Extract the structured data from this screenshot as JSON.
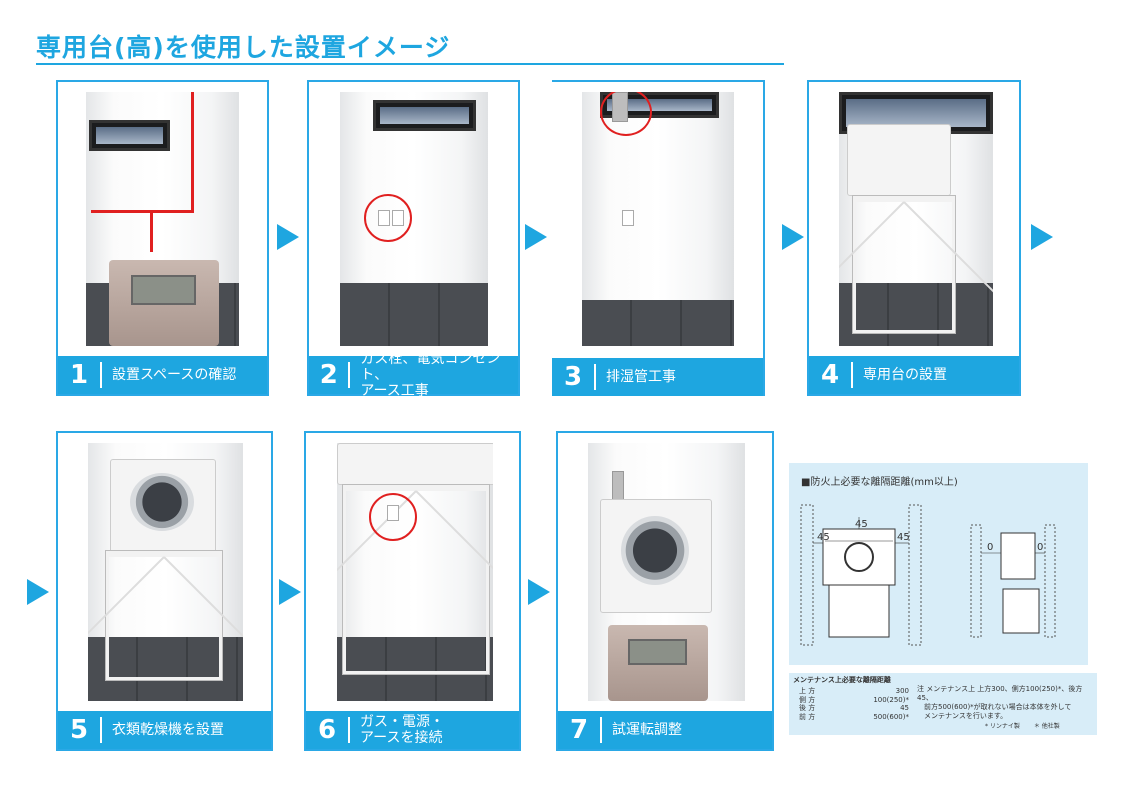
{
  "title": "専用台(高)を使用した設置イメージ",
  "steps": [
    {
      "num": "1",
      "label": "設置スペースの確認"
    },
    {
      "num": "2",
      "label": "ガス栓、電気コンセント、\nアース工事"
    },
    {
      "num": "3",
      "label": "排湿管工事"
    },
    {
      "num": "4",
      "label": "専用台の設置"
    },
    {
      "num": "5",
      "label": "衣類乾燥機を設置"
    },
    {
      "num": "6",
      "label": "ガス・電源・\nアースを接続"
    },
    {
      "num": "7",
      "label": "試運転調整"
    }
  ],
  "fire_panel": {
    "title": "■防火上必要な離隔距離(mm以上)",
    "dims_left": {
      "top": "45",
      "left": "45",
      "right": "45"
    },
    "dims_right": {
      "left": "0",
      "right": "0"
    }
  },
  "maintenance": {
    "title": "メンテナンス上必要な離隔距離",
    "rows": [
      {
        "label": "上 方",
        "value": "300"
      },
      {
        "label": "側 方",
        "value": "100(250)*"
      },
      {
        "label": "後 方",
        "value": "45"
      },
      {
        "label": "前 方",
        "value": "500(600)*"
      }
    ],
    "note": "注 メンテナンス上 上方300、側方100(250)*、後方45、\n　前方500(600)*が取れない場合は本体を外して\n　メンテナンスを行います。",
    "footnote": "* リンナイ製 　　＊ 他社製"
  },
  "colors": {
    "accent": "#1ea6e0",
    "highlight": "#e02020"
  }
}
